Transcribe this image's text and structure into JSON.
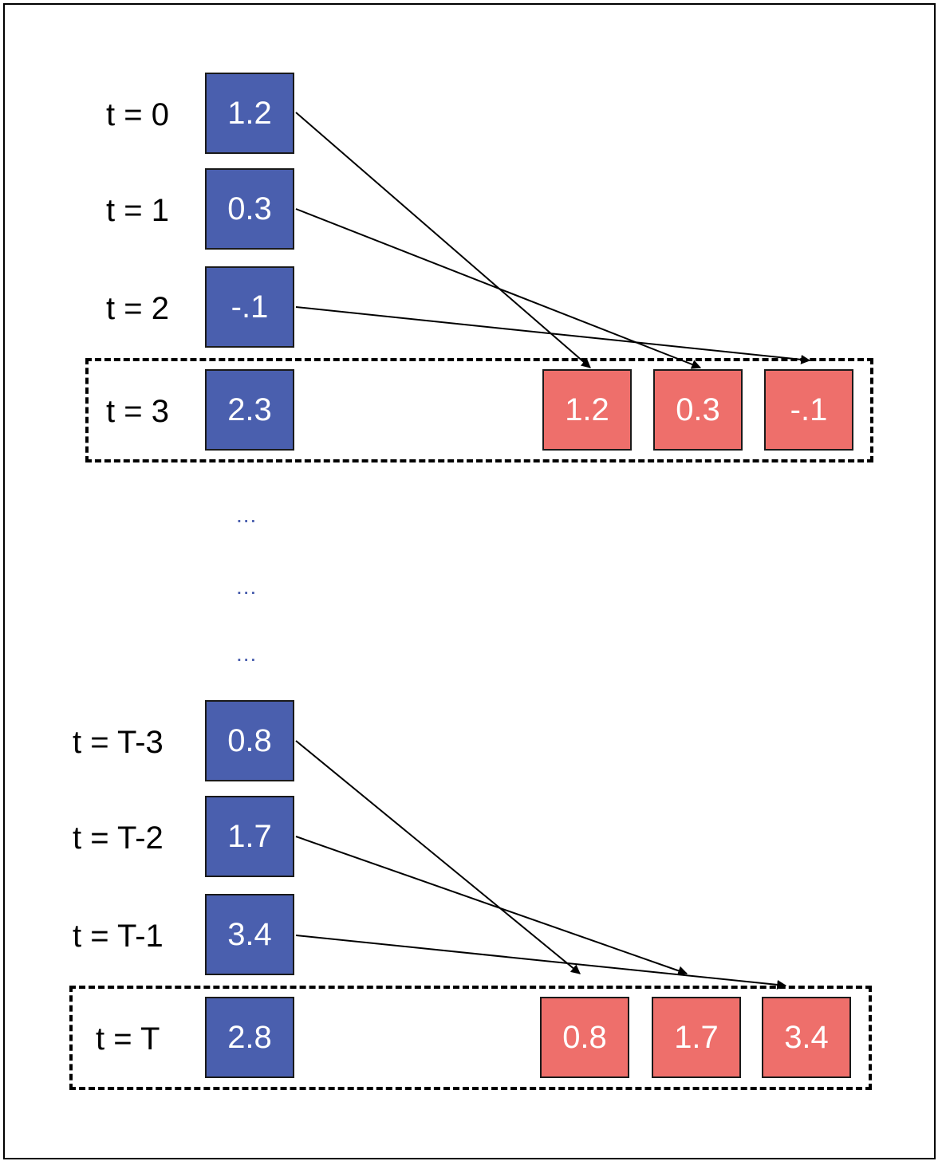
{
  "colors": {
    "input_box": "#4a5fae",
    "lagged_box": "#ee6f6b",
    "ellipsis": "#4a5fae"
  },
  "top": {
    "rows": [
      {
        "label": "t = 0",
        "value": "1.2"
      },
      {
        "label": "t = 1",
        "value": "0.3"
      },
      {
        "label": "t = 2",
        "value": "-.1"
      },
      {
        "label": "t = 3",
        "value": "2.3"
      }
    ],
    "lags": [
      "1.2",
      "0.3",
      "-.1"
    ]
  },
  "ellipsis": [
    "...",
    "...",
    "..."
  ],
  "bottom": {
    "rows": [
      {
        "label": "t = T-3",
        "value": "0.8"
      },
      {
        "label": "t = T-2",
        "value": "1.7"
      },
      {
        "label": "t = T-1",
        "value": "3.4"
      },
      {
        "label": "t = T",
        "value": "2.8"
      }
    ],
    "lags": [
      "0.8",
      "1.7",
      "3.4"
    ]
  }
}
